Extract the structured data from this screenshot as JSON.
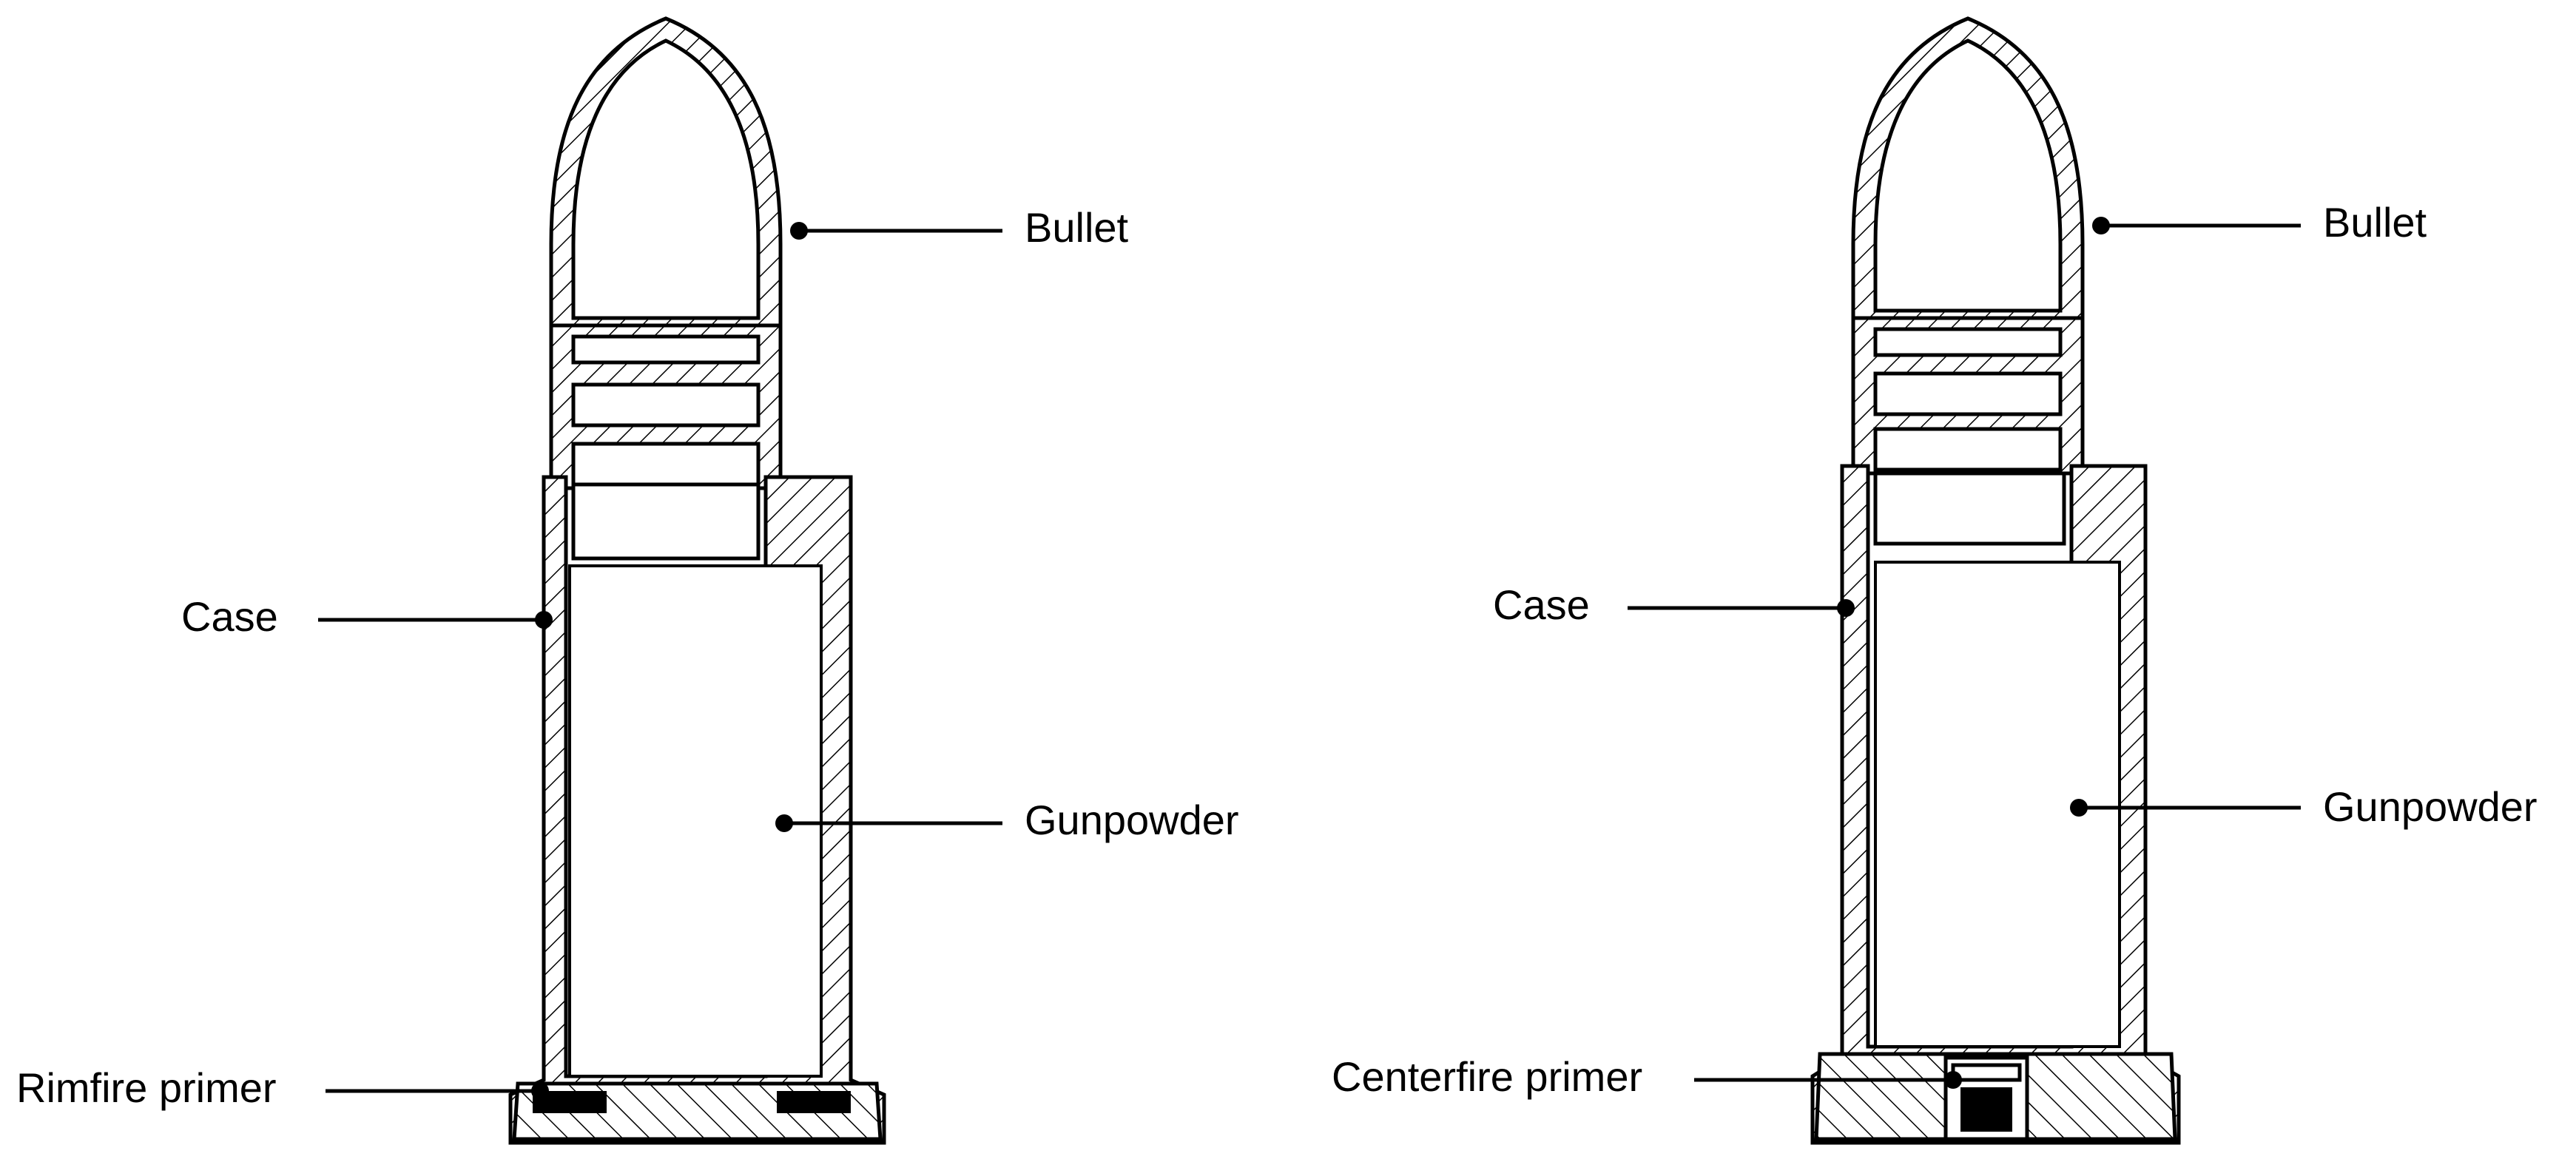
{
  "rimfire": {
    "bullet_label": "Bullet",
    "case_label": "Case",
    "gunpowder_label": "Gunpowder",
    "primer_label": "Rimfire primer"
  },
  "centerfire": {
    "bullet_label": "Bullet",
    "case_label": "Case",
    "gunpowder_label": "Gunpowder",
    "primer_label": "Centerfire primer"
  },
  "colors": {
    "ink": "#000000",
    "background": "#ffffff"
  }
}
